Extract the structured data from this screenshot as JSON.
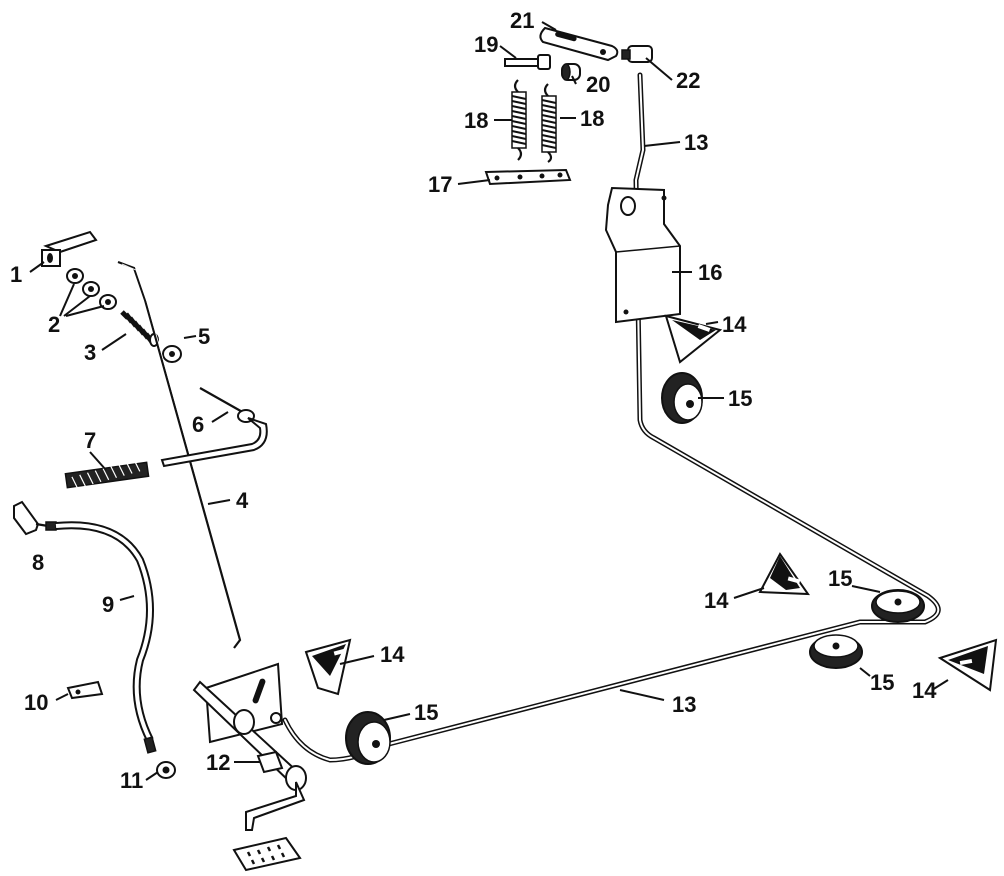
{
  "callouts": {
    "c1": "1",
    "c2": "2",
    "c3": "3",
    "c4": "4",
    "c5": "5",
    "c6": "6",
    "c7": "7",
    "c8": "8",
    "c9": "9",
    "c10": "10",
    "c11": "11",
    "c12": "12",
    "c13a": "13",
    "c13b": "13",
    "c14a": "14",
    "c14b": "14",
    "c14c": "14",
    "c14d": "14",
    "c15a": "15",
    "c15b": "15",
    "c15c": "15",
    "c15d": "15",
    "c16": "16",
    "c17": "17",
    "c18a": "18",
    "c18b": "18",
    "c19": "19",
    "c20": "20",
    "c21": "21",
    "c22": "22"
  }
}
